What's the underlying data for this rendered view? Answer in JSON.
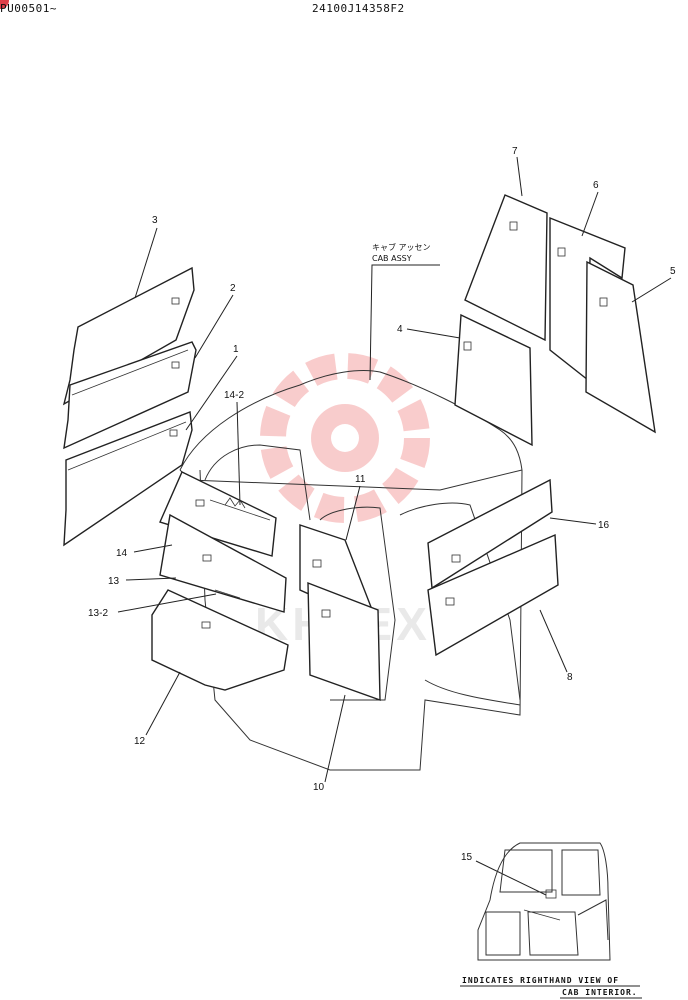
{
  "header": {
    "left_code": "PU00501~",
    "center_code": "24100J14358F2"
  },
  "callouts": {
    "p1": "1",
    "p2": "2",
    "p3": "3",
    "p4": "4",
    "p5": "5",
    "p6": "6",
    "p7": "7",
    "p8": "8",
    "p10": "10",
    "p11": "11",
    "p12": "12",
    "p13": "13",
    "p13_2": "13-2",
    "p14": "14",
    "p14_2": "14-2",
    "p15": "15",
    "p16": "16"
  },
  "cab_assy": {
    "japanese": "キャブ アッセン",
    "english": "CAB ASSY"
  },
  "inset_caption": {
    "line1": "INDICATES RIGHTHAND VIEW OF",
    "line2": "CAB INTERIOR."
  },
  "watermark": {
    "text": "KHTEX",
    "color": "#f4a3a3"
  },
  "colors": {
    "ink": "#222222",
    "badge": "#e0404a"
  }
}
